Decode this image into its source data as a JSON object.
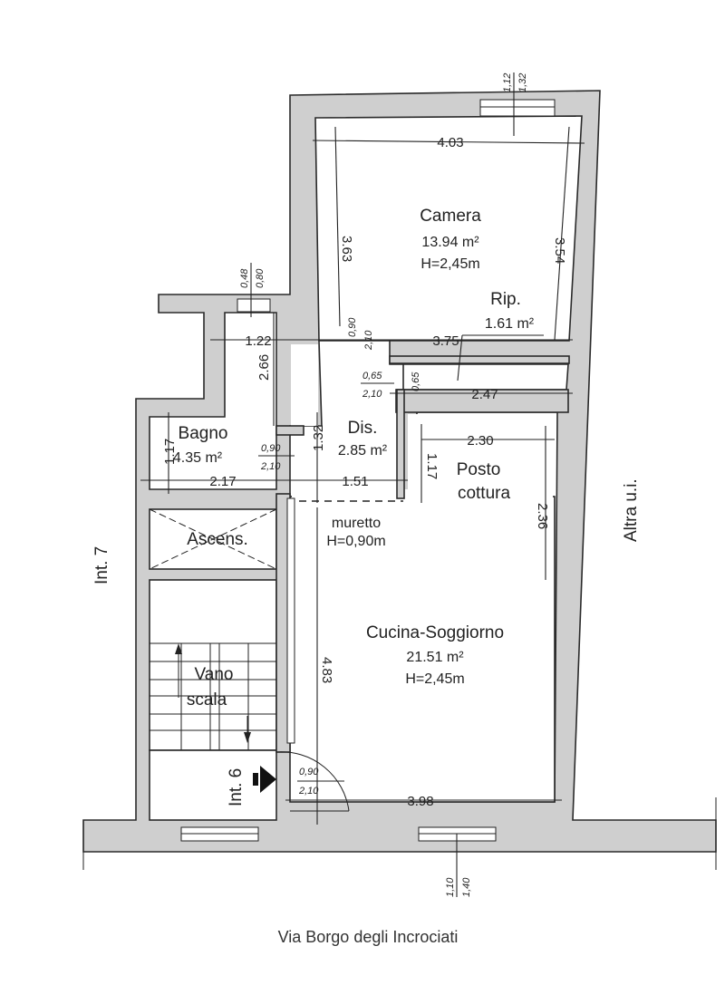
{
  "rooms": {
    "camera": {
      "name": "Camera",
      "area": "13.94 m²",
      "height": "H=2,45m"
    },
    "rip": {
      "name": "Rip.",
      "area": "1.61 m²"
    },
    "bagno": {
      "name": "Bagno",
      "area": "4.35 m²"
    },
    "dis": {
      "name": "Dis.",
      "area": "2.85 m²"
    },
    "posto": {
      "name1": "Posto",
      "name2": "cottura"
    },
    "cucina": {
      "name": "Cucina-Soggiorno",
      "area": "21.51 m²",
      "height": "H=2,45m"
    },
    "ascens": {
      "name": "Ascens."
    },
    "vano": {
      "name1": "Vano",
      "name2": "scala"
    }
  },
  "muretto": {
    "name": "muretto",
    "height": "H=0,90m"
  },
  "neighbors": {
    "int7": "Int. 7",
    "int6": "Int. 6",
    "altra": "Altra u.i."
  },
  "street": "Via Borgo degli Incrociati",
  "dimensions": {
    "camera_width": "4.03",
    "camera_left": "3.63",
    "camera_right": "3.54",
    "bagno_top": "1.22",
    "bagno_height": "2.66",
    "camera_bottom": "3.75",
    "rip_width": "2.47",
    "dis_height": "1.32",
    "bagno_left": "1.17",
    "bagno_width": "2.17",
    "dis_width": "1.51",
    "posto_left": "1.17",
    "posto_width": "2.30",
    "posto_height": "2.36",
    "cucina_left": "4.83",
    "cucina_width": "3.98"
  },
  "openings": {
    "camera_window": {
      "w": "1,12",
      "h": "1,32"
    },
    "bagno_window": {
      "w": "0,48",
      "h": "0,80"
    },
    "camera_door": {
      "w": "0,90",
      "h": "2,10"
    },
    "rip_door": {
      "w": "0,65",
      "h": "2,10",
      "side": "0,65"
    },
    "bagno_door": {
      "w": "0,90",
      "h": "2,10"
    },
    "entry_door": {
      "w": "0,90",
      "h": "2,10"
    },
    "street_window": {
      "w": "1,10",
      "h": "1,40"
    }
  }
}
